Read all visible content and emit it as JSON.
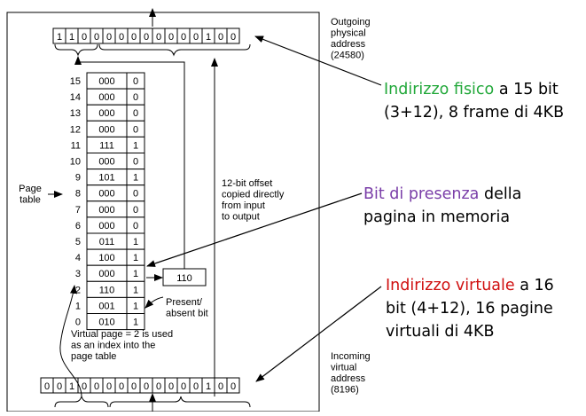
{
  "outgoing_address": {
    "bits": [
      "1",
      "1",
      "0",
      "0",
      "0",
      "0",
      "0",
      "0",
      "0",
      "0",
      "0",
      "0",
      "1",
      "0",
      "0"
    ],
    "caption": [
      "Outgoing",
      "physical",
      "address",
      "(24580)"
    ]
  },
  "incoming_address": {
    "bits": [
      "0",
      "0",
      "1",
      "0",
      "0",
      "0",
      "0",
      "0",
      "0",
      "0",
      "0",
      "0",
      "0",
      "1",
      "0",
      "0"
    ],
    "caption": [
      "Incoming",
      "virtual",
      "address",
      "(8196)"
    ]
  },
  "page_table": {
    "label": [
      "Page",
      "table"
    ],
    "rows": [
      {
        "index": "15",
        "frame": "000",
        "present": "0"
      },
      {
        "index": "14",
        "frame": "000",
        "present": "0"
      },
      {
        "index": "13",
        "frame": "000",
        "present": "0"
      },
      {
        "index": "12",
        "frame": "000",
        "present": "0"
      },
      {
        "index": "11",
        "frame": "111",
        "present": "1"
      },
      {
        "index": "10",
        "frame": "000",
        "present": "0"
      },
      {
        "index": "9",
        "frame": "101",
        "present": "1"
      },
      {
        "index": "8",
        "frame": "000",
        "present": "0"
      },
      {
        "index": "7",
        "frame": "000",
        "present": "0"
      },
      {
        "index": "6",
        "frame": "000",
        "present": "0"
      },
      {
        "index": "5",
        "frame": "011",
        "present": "1"
      },
      {
        "index": "4",
        "frame": "100",
        "present": "1"
      },
      {
        "index": "3",
        "frame": "000",
        "present": "1"
      },
      {
        "index": "2",
        "frame": "110",
        "present": "1"
      },
      {
        "index": "1",
        "frame": "001",
        "present": "1"
      },
      {
        "index": "0",
        "frame": "010",
        "present": "1"
      }
    ]
  },
  "frame_output": "110",
  "present_label": [
    "Present/",
    "absent bit"
  ],
  "offset_label": [
    "12-bit offset",
    "copied directly",
    "from input",
    "to output"
  ],
  "virtual_page_label": [
    "Virtual page = 2 is used",
    "as an index into the",
    "page table"
  ],
  "annotations": {
    "physical": {
      "highlight": "Indirizzo fisico",
      "rest1": " a 15 bit",
      "line2": "(3+12), 8 frame di 4KB",
      "color": "#22a83a"
    },
    "presence": {
      "highlight": "Bit di presenza",
      "rest1": " della",
      "line2": "pagina in memoria",
      "color": "#7a3ea8"
    },
    "virtual": {
      "highlight": "Indirizzo virtuale",
      "rest1": " a 16",
      "line2": "bit (4+12), 16 pagine",
      "line3": "virtuali di 4KB",
      "color": "#d01010"
    }
  }
}
